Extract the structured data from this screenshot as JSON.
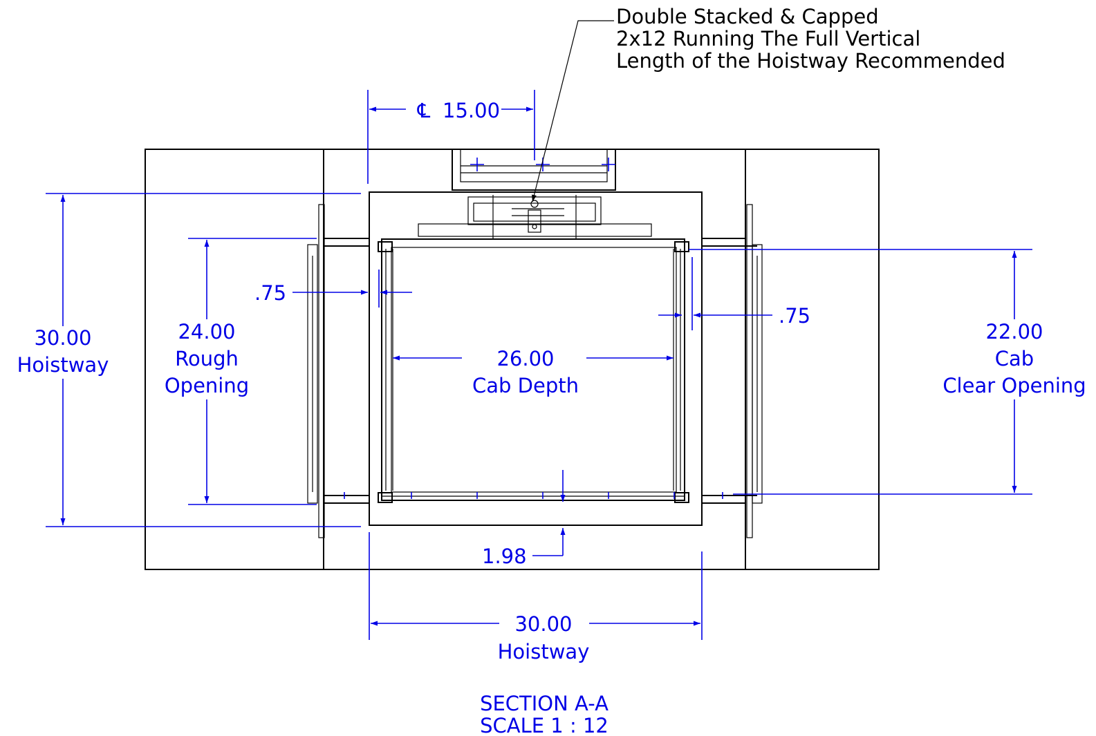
{
  "note": {
    "line1": "Double Stacked & Capped",
    "line2": "2x12 Running The Full Vertical",
    "line3": "Length of the Hoistway Recommended"
  },
  "dimensions": {
    "centerline": {
      "symbol": "℄",
      "value": "15.00"
    },
    "hoistway_left": {
      "value": "30.00",
      "label": "Hoistway"
    },
    "rough_opening": {
      "value": "24.00",
      "label1": "Rough",
      "label2": "Opening"
    },
    "cab_clear_opening": {
      "value": "22.00",
      "label1": "Cab",
      "label2": "Clear Opening"
    },
    "cab_depth": {
      "value": "26.00",
      "label": "Cab Depth"
    },
    "gap_left": {
      "value": ".75"
    },
    "gap_right": {
      "value": ".75"
    },
    "bottom_gap": {
      "value": "1.98"
    },
    "hoistway_bottom": {
      "value": "30.00",
      "label": "Hoistway"
    }
  },
  "caption": {
    "section": "SECTION A-A",
    "scale": "SCALE 1 : 12"
  },
  "colors": {
    "geometry": "#000000",
    "dimension": "#0000e6",
    "background": "#ffffff"
  }
}
